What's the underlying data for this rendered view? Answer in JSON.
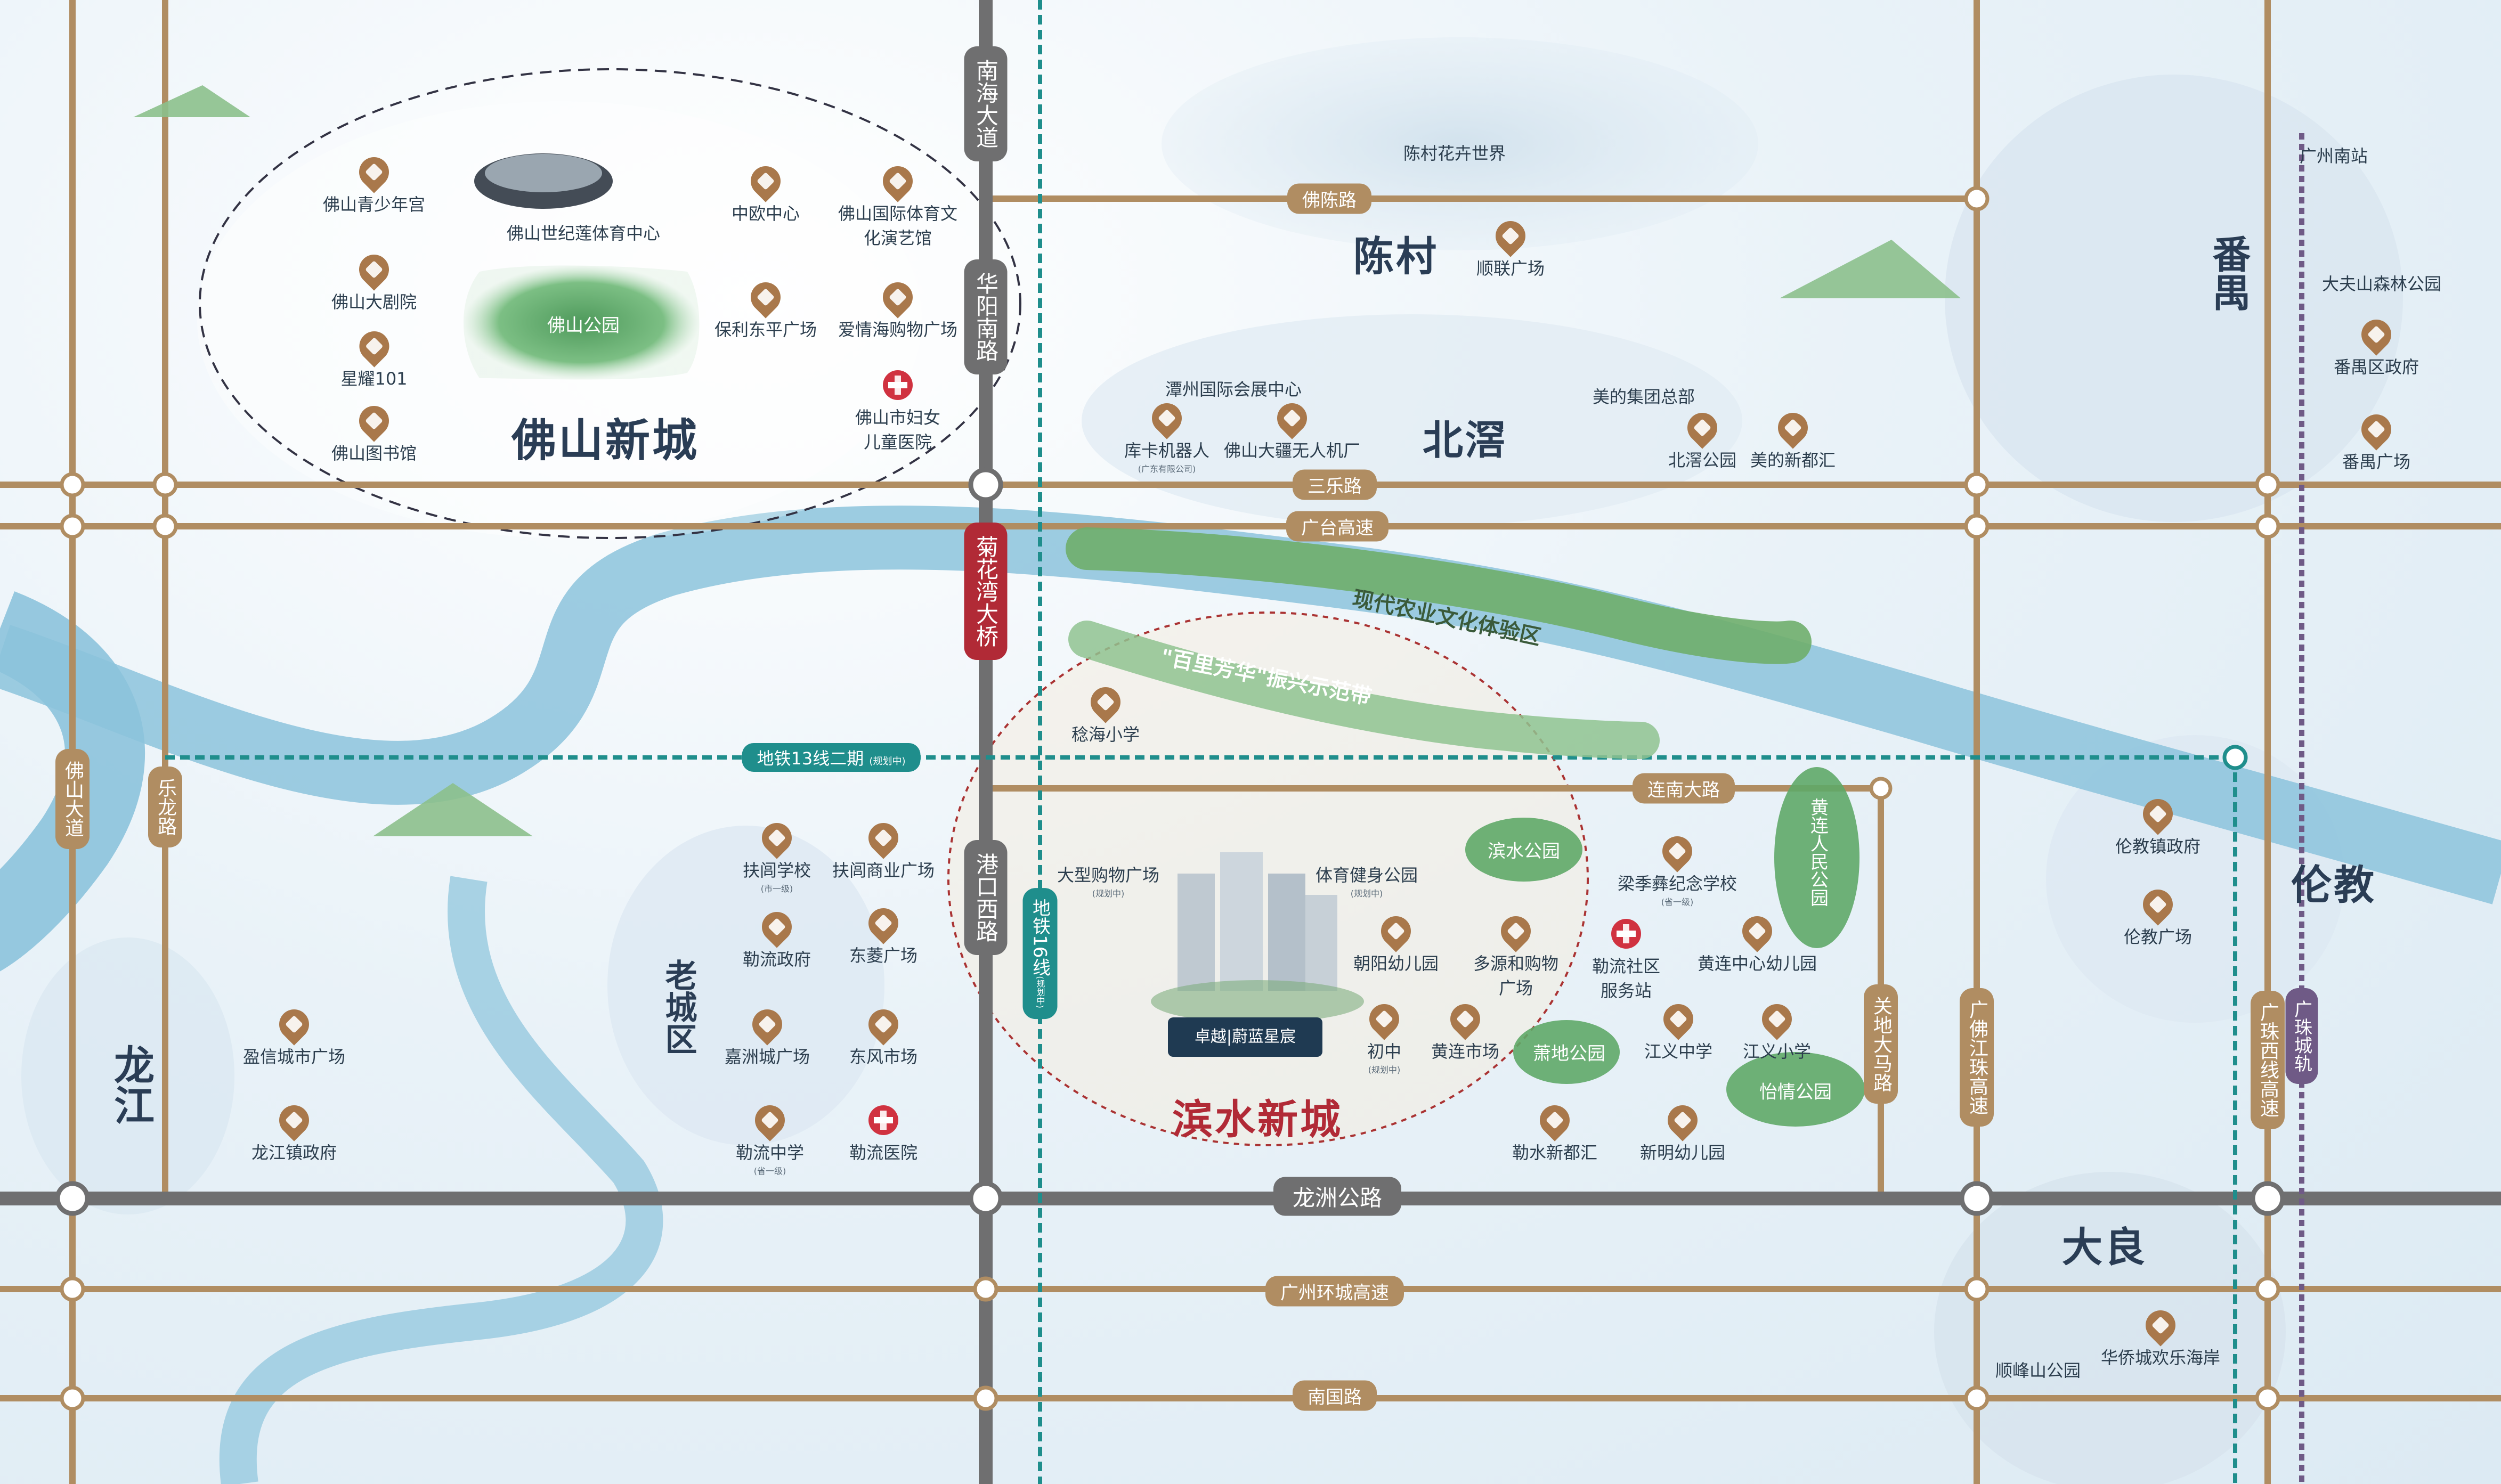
{
  "districts": {
    "foshan_xincheng": "佛山新城",
    "chencun": "陈村",
    "beijiao": "北滘",
    "panyu": "番禺",
    "lunjiao": "伦教",
    "longjiang": "龙江",
    "laochengqu": "老城区",
    "binshui_xincheng": "滨水新城",
    "daliang": "大良"
  },
  "roads": {
    "nanhai_dadao": "南海大道",
    "huayang_nanlu": "华阳南路",
    "juhuawan_daqiao": "菊花湾大桥",
    "gangkou_xilu": "港口西路",
    "metro16": "地铁16线",
    "metro16_note": "(规划中)",
    "fochen_lu": "佛陈路",
    "sanle_lu": "三乐路",
    "guangtai_gaosu": "广台高速",
    "metro13": "地铁13线二期",
    "metro13_note": "(规划中)",
    "liannan_dalu": "连南大路",
    "longzhou_gonglu": "龙洲公路",
    "guangzhou_huancheng": "广州环城高速",
    "nanguo_lu": "南国路",
    "foshan_dadao": "佛山大道",
    "lelong_lu": "乐龙路",
    "guandi_dama_lu": "关地大马路",
    "guangfo_jiangzhu": "广佛江珠高速",
    "guangzhu_xixian": "广珠西线高速",
    "guangzhu_chenggui": "广珠城轨"
  },
  "green_areas": {
    "foshan_park": "佛山公园",
    "binshui_park": "滨水公园",
    "huanglian_park": "黄连人民公园",
    "xiaodi_park": "萧地公园",
    "yiqing_park": "怡情公园",
    "agri_band": "现代农业文化体验区",
    "baili_band": "\"百里芳华\"振兴示范带"
  },
  "project": {
    "brand": "卓越|蔚蓝星宸"
  },
  "pois": {
    "qingshaonian": "佛山青少年宫",
    "tiyu_center": "佛山世纪莲体育中心",
    "zhongou": "中欧中心",
    "yanyi": "佛山国际体育文化演艺馆",
    "dajuyuan": "佛山大剧院",
    "baoli": "保利东平广场",
    "aiqinghai": "爱情海购物广场",
    "xingyao": "星耀101",
    "fuyou": "佛山市妇女儿童医院",
    "tushuguan": "佛山图书馆",
    "huahui": "陈村花卉世界",
    "shunlian": "顺联广场",
    "tanzhou": "潭州国际会展中心",
    "meidi_hq": "美的集团总部",
    "kuka": "库卡机器人",
    "kuka_sub": "(广东有限公司)",
    "dajiang": "佛山大疆无人机厂",
    "beijiao_park": "北滘公园",
    "meidi_xindu": "美的新都汇",
    "gz_south": "广州南站",
    "dafushan": "大夫山森林公园",
    "panyu_gov": "番禺区政府",
    "panyu_plaza": "番禺广场",
    "wenhai": "稔海小学",
    "fujian_school": "扶闾学校",
    "fujian_school_sub": "(市一级)",
    "fujian_commerce": "扶闾商业广场",
    "leliu_gov": "勒流政府",
    "dongling": "东菱广场",
    "jiazhou": "嘉洲城广场",
    "dongfeng": "东风市场",
    "leliu_middle": "勒流中学",
    "leliu_middle_sub": "(省一级)",
    "leliu_hospital": "勒流医院",
    "yingxin": "盈信城市广场",
    "longjiang_gov": "龙江镇政府",
    "big_mall": "大型购物广场",
    "big_mall_sub": "(规划中)",
    "sports_park": "体育健身公园",
    "sports_park_sub": "(规划中)",
    "chaoyang_kg": "朝阳幼儿园",
    "duoyuan": "多源和购物广场",
    "chuzhong": "初中",
    "chuzhong_sub": "(规划中)",
    "huanglian_market": "黄连市场",
    "liangji": "梁季彝纪念学校",
    "liangji_sub": "(省一级)",
    "leliu_service": "勒流社区服务站",
    "huanglian_kg": "黄连中心幼儿园",
    "jiangyi_middle": "江义中学",
    "jiangyi_primary": "江义小学",
    "leliu_xindu": "勒水新都汇",
    "xinming_kg": "新明幼儿园",
    "lunjiao_gov": "伦教镇政府",
    "lunjiao_plaza": "伦教广场",
    "shunfeng": "顺峰山公园",
    "huaqiao": "华侨城欢乐海岸"
  },
  "colors": {
    "road_tan": "#b08d62",
    "road_gray": "#6f6f70",
    "river": "#8cc3dc",
    "metro_teal": "#1f8e8c",
    "bridge_red": "#b12a36",
    "rail_purple": "#6f5a86",
    "green_park": "#5fa868"
  }
}
